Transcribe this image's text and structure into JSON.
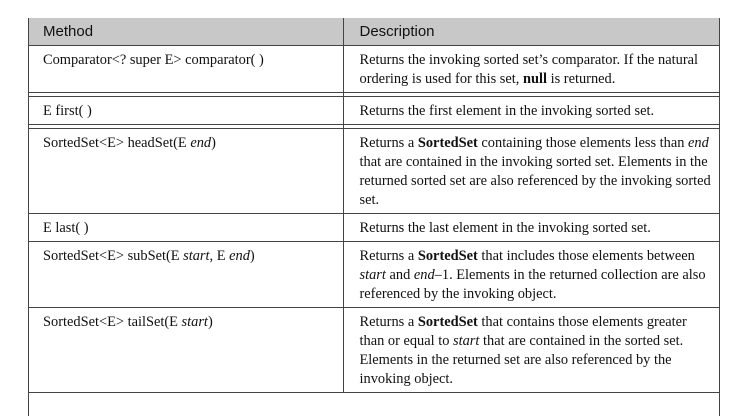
{
  "header": {
    "method": "Method",
    "description": "Description"
  },
  "rows": [
    {
      "method": [
        {
          "t": "Comparator<? super E> comparator( )"
        }
      ],
      "description": [
        {
          "t": "Returns the invoking sorted set’s comparator. If the natural ordering is used for this set, "
        },
        {
          "t": "null",
          "b": true
        },
        {
          "t": " is returned."
        }
      ]
    },
    {
      "method": [
        {
          "t": "E first( )"
        }
      ],
      "description": [
        {
          "t": "Returns the first element in the invoking sorted set."
        }
      ]
    },
    {
      "method": [
        {
          "t": "SortedSet<E> headSet(E "
        },
        {
          "t": "end",
          "i": true
        },
        {
          "t": ")"
        }
      ],
      "description": [
        {
          "t": "Returns a "
        },
        {
          "t": "SortedSet",
          "b": true
        },
        {
          "t": " containing those elements less than "
        },
        {
          "t": "end",
          "i": true
        },
        {
          "t": " that are contained in the invoking sorted set. Elements in the returned sorted set are also referenced by the invoking sorted set."
        }
      ]
    },
    {
      "method": [
        {
          "t": "E last( )"
        }
      ],
      "description": [
        {
          "t": "Returns the last element in the invoking sorted set."
        }
      ]
    },
    {
      "method": [
        {
          "t": "SortedSet<E> subSet(E "
        },
        {
          "t": "start",
          "i": true
        },
        {
          "t": ", E "
        },
        {
          "t": "end",
          "i": true
        },
        {
          "t": ")"
        }
      ],
      "description": [
        {
          "t": "Returns a "
        },
        {
          "t": "SortedSet",
          "b": true
        },
        {
          "t": " that includes those elements between "
        },
        {
          "t": "start",
          "i": true
        },
        {
          "t": " and "
        },
        {
          "t": "end",
          "i": true
        },
        {
          "t": "–1. Elements in the returned collection are also referenced by the invoking object."
        }
      ]
    },
    {
      "method": [
        {
          "t": "SortedSet<E> tailSet(E "
        },
        {
          "t": "start",
          "i": true
        },
        {
          "t": ")"
        }
      ],
      "description": [
        {
          "t": "Returns a "
        },
        {
          "t": "SortedSet",
          "b": true
        },
        {
          "t": " that contains those elements greater than or equal to "
        },
        {
          "t": "start",
          "i": true
        },
        {
          "t": " that are contained in the sorted set. Elements in the returned set are also referenced by the invoking object."
        }
      ]
    }
  ]
}
